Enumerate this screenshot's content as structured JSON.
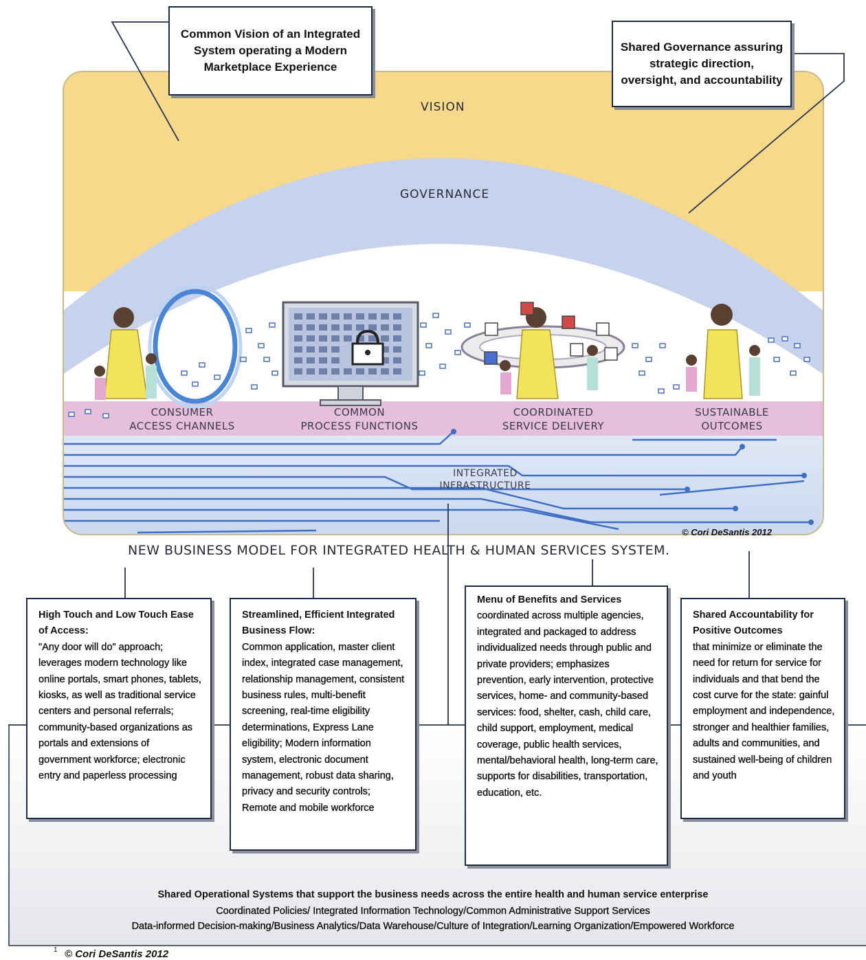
{
  "callouts": {
    "vision": "Common Vision of an Integrated System operating a Modern Marketplace Experience",
    "governance": "Shared Governance assuring strategic direction, oversight, and accountability"
  },
  "illustration": {
    "vision_label": "VISION",
    "governance_label": "GOVERNANCE",
    "stages": [
      {
        "line1": "CONSUMER",
        "line2": "ACCESS CHANNELS"
      },
      {
        "line1": "COMMON",
        "line2": "PROCESS FUNCTIONS"
      },
      {
        "line1": "COORDINATED",
        "line2": "SERVICE DELIVERY"
      },
      {
        "line1": "SUSTAINABLE",
        "line2": "OUTCOMES"
      }
    ],
    "infra_line1": "INTEGRATED",
    "infra_line2": "INFRASTRUCTURE",
    "copyright": "© Cori DeSantis 2012",
    "caption": "NEW BUSINESS MODEL FOR INTEGRATED HEALTH & HUMAN SERVICES SYSTEM."
  },
  "boxes": [
    {
      "title": "High Touch and Low Touch Ease of Access:",
      "body": "\"Any door will do\" approach; leverages modern technology like online portals, smart phones, tablets, kiosks, as well as traditional service centers and personal referrals; community-based organizations as portals and extensions of government workforce; electronic entry and paperless processing"
    },
    {
      "title": "Streamlined, Efficient Integrated Business Flow:",
      "body": "Common application, master client index, integrated case management, relationship management, consistent business rules, multi-benefit screening, real-time eligibility determinations, Express Lane eligibility; Modern information system, electronic document management, robust data sharing, privacy and security controls; Remote and mobile workforce"
    },
    {
      "title": "Menu of Benefits and Services",
      "body": "coordinated across multiple agencies, integrated and packaged to address individualized needs through public and private providers; emphasizes prevention, early intervention, protective services, home- and community-based services: food, shelter, cash, child care, child support, employment, medical coverage, public health services, mental/behavioral health, long-term care, supports for disabilities, transportation, education, etc."
    },
    {
      "title": "Shared Accountability for Positive Outcomes",
      "body": "that minimize or eliminate the need for return for service for individuals and that bend the cost curve for the state: gainful employment and independence, stronger and healthier families, adults and communities, and sustained well-being of children and youth"
    }
  ],
  "footer": {
    "line1": "Shared Operational Systems that support the business needs across the entire health and human service enterprise",
    "line2": "Coordinated Policies/ Integrated Information Technology/Common Administrative Support Services",
    "line3": "Data-informed Decision-making/Business Analytics/Data Warehouse/Culture of Integration/Learning Organization/Empowered Workforce"
  },
  "bottom_copyright": "© Cori DeSantis 2012",
  "footnote_marker": "1"
}
